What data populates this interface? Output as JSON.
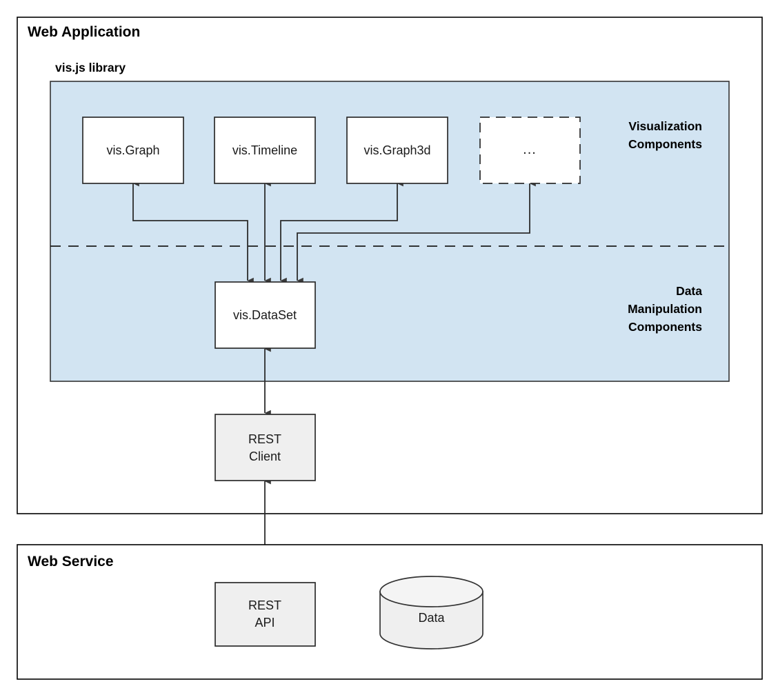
{
  "diagram": {
    "title_hidden": "",
    "frames": [
      {
        "name": "web-application",
        "title": "Web Application"
      },
      {
        "name": "web-service",
        "title": "Web Service"
      }
    ],
    "library": {
      "title": "vis.js library"
    },
    "group_labels": {
      "visualization": "Visualization\nComponents",
      "visualization_line1": "Visualization",
      "visualization_line2": "Components",
      "data_manipulation_line1": "Data",
      "data_manipulation_line2": "Manipulation",
      "data_manipulation_line3": "Components"
    },
    "visualization_components": [
      {
        "name": "vis-graph",
        "label": "vis.Graph",
        "style": "solid"
      },
      {
        "name": "vis-timeline",
        "label": "vis.Timeline",
        "style": "solid"
      },
      {
        "name": "vis-graph3d",
        "label": "vis.Graph3d",
        "style": "solid"
      },
      {
        "name": "more-components",
        "label": "...",
        "style": "dashed"
      }
    ],
    "data_components": [
      {
        "name": "vis-dataset",
        "label": "vis.DataSet"
      }
    ],
    "client_components": [
      {
        "name": "rest-client",
        "label_line1": "REST",
        "label_line2": "Client"
      }
    ],
    "service_components": [
      {
        "name": "rest-api",
        "label_line1": "REST",
        "label_line2": "API"
      },
      {
        "name": "data-store",
        "label": "Data"
      }
    ],
    "colors": {
      "panel_fill": "#d2e4f2",
      "box_fill": "#ffffff",
      "gray_fill": "#efefef",
      "stroke": "#2b2b2b"
    }
  }
}
